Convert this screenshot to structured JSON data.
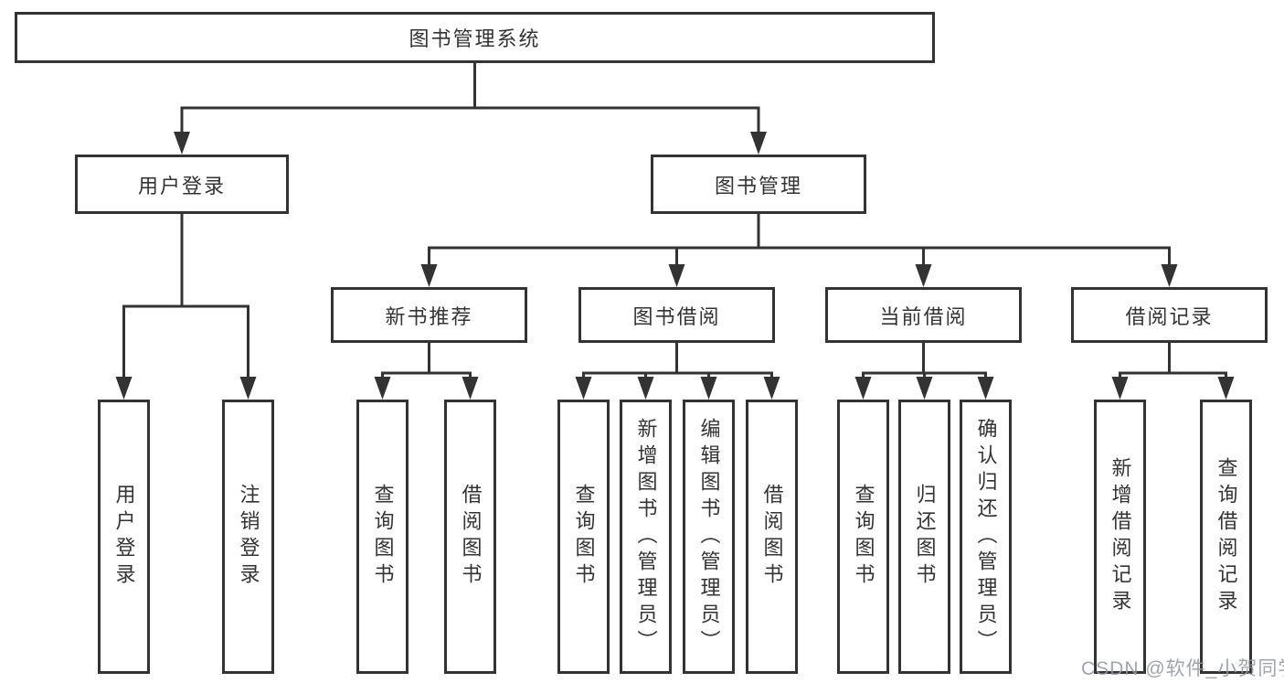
{
  "diagram": {
    "type": "hierarchy",
    "tree": {
      "label": "图书管理系统",
      "children": [
        {
          "label": "用户登录",
          "children": [
            {
              "label": "用户登录"
            },
            {
              "label": "注销登录"
            }
          ]
        },
        {
          "label": "图书管理",
          "children": [
            {
              "label": "新书推荐",
              "children": [
                {
                  "label": "查询图书"
                },
                {
                  "label": "借阅图书"
                }
              ]
            },
            {
              "label": "图书借阅",
              "children": [
                {
                  "label": "查询图书"
                },
                {
                  "label": "新增图书（管理员）"
                },
                {
                  "label": "编辑图书（管理员）"
                },
                {
                  "label": "借阅图书"
                }
              ]
            },
            {
              "label": "当前借阅",
              "children": [
                {
                  "label": "查询图书"
                },
                {
                  "label": "归还图书"
                },
                {
                  "label": "确认归还（管理员）"
                }
              ]
            },
            {
              "label": "借阅记录",
              "children": [
                {
                  "label": "新增借阅记录"
                },
                {
                  "label": "查询借阅记录"
                }
              ]
            }
          ]
        }
      ]
    }
  },
  "watermark": {
    "text": "CSDN @软件_小贺同学",
    "color": "#92989f"
  },
  "colors": {
    "line": "#333333",
    "box_border": "#333333",
    "box_fill": "#ffffff",
    "text": "#333333",
    "background": "#ffffff"
  }
}
